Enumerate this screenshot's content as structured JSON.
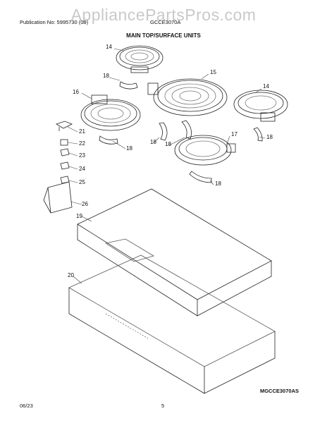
{
  "header": {
    "publication": "Publication No: 5995730 (09)",
    "model": "GCCE3070A",
    "title": "MAIN TOP/SURFACE UNITS"
  },
  "watermark": "AppliancePartsPros.com",
  "callouts": [
    "14",
    "15",
    "14",
    "16",
    "18",
    "18",
    "18",
    "18",
    "17",
    "18",
    "18",
    "21",
    "22",
    "23",
    "24",
    "25",
    "26",
    "19",
    "20"
  ],
  "diagram_code": "MGCCE3070AS",
  "footer": {
    "date": "06/23",
    "page": "5"
  }
}
